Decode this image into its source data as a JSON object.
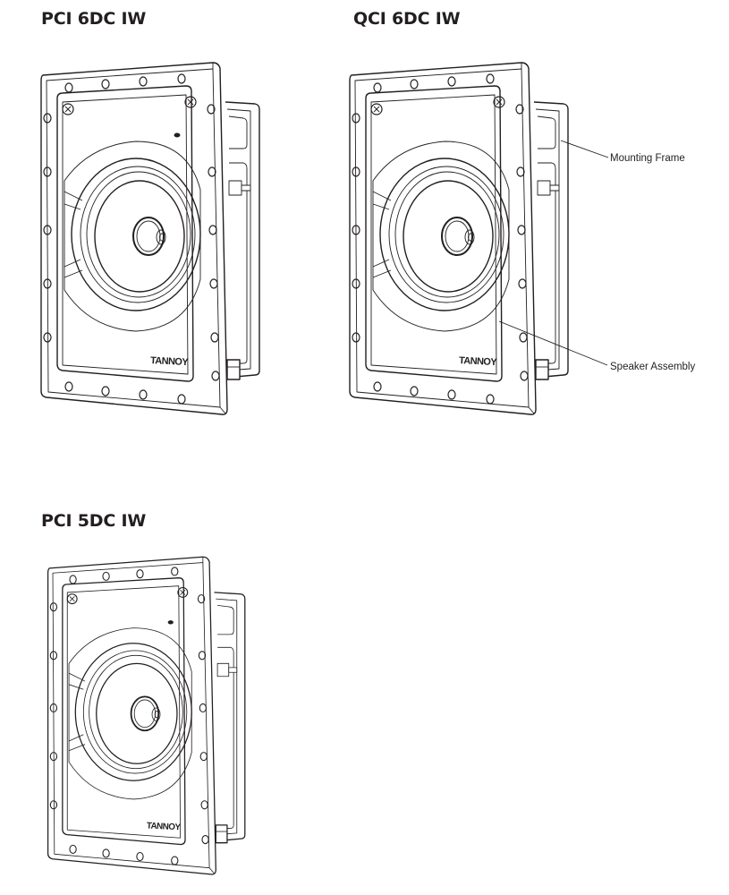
{
  "models": [
    {
      "title": "PCI 6DC IW",
      "brand": "TANNOY",
      "variant": "6"
    },
    {
      "title": "QCI 6DC IW",
      "brand": "TANNOY",
      "variant": "6"
    },
    {
      "title": "PCI 5DC IW",
      "brand": "TANNOY",
      "variant": "5"
    }
  ],
  "callouts": {
    "mounting_frame": "Mounting Frame",
    "speaker_assembly": "Speaker Assembly"
  },
  "colors": {
    "line": "#231f20",
    "background": "#ffffff"
  }
}
